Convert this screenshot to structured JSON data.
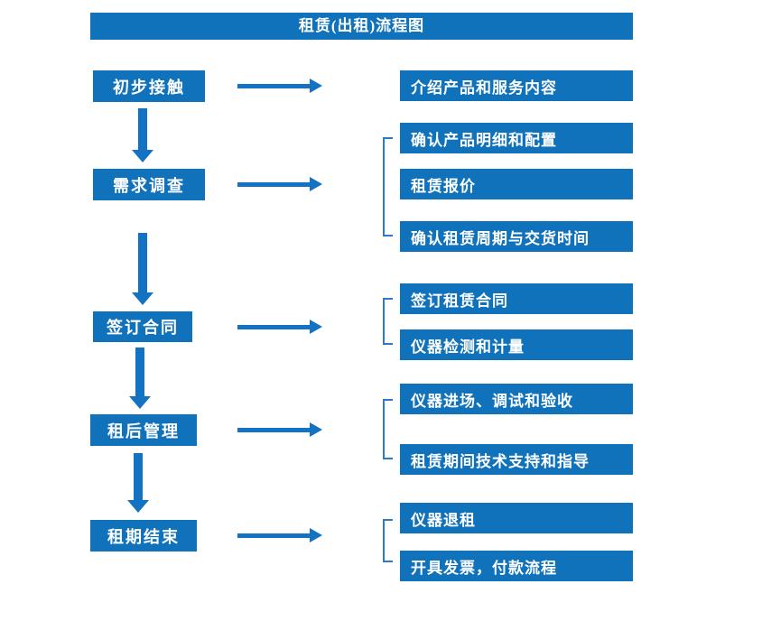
{
  "title": "租赁(出租)流程图",
  "colors": {
    "primary": "#1172BC",
    "arrow": "#1373C2",
    "bracket": "#2F7BC3",
    "box_text": "#FFFFFF",
    "background": "#FFFFFF"
  },
  "flow": {
    "steps": [
      {
        "label": "初步接触",
        "details": [
          "介绍产品和服务内容"
        ]
      },
      {
        "label": "需求调查",
        "details": [
          "确认产品明细和配置",
          "租赁报价",
          "确认租赁周期与交货时间"
        ]
      },
      {
        "label": "签订合同",
        "details": [
          "签订租赁合同",
          "仪器检测和计量"
        ]
      },
      {
        "label": "租后管理",
        "details": [
          "仪器进场、调试和验收",
          "租赁期间技术支持和指导"
        ]
      },
      {
        "label": "租期结束",
        "details": [
          "仪器退租",
          "开具发票，付款流程"
        ]
      }
    ]
  }
}
